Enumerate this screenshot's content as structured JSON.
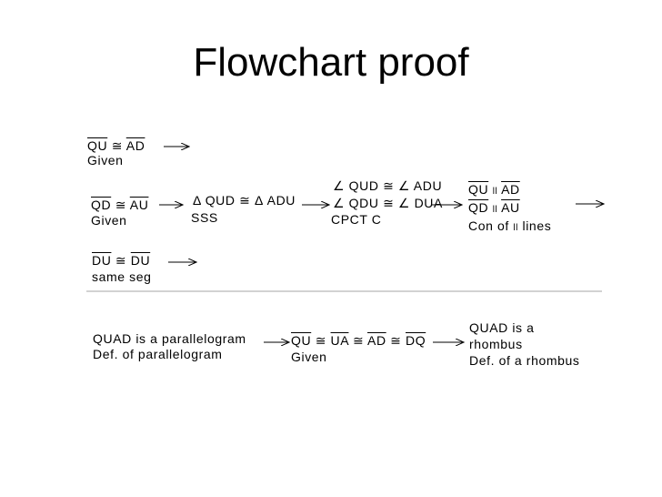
{
  "title": "Flowchart proof",
  "blocks": {
    "qu_ad": {
      "left": "QU",
      "right": "AD",
      "reason": "Given"
    },
    "qd_au": {
      "left": "QD",
      "right": "AU",
      "reason": "Given"
    },
    "du_du": {
      "left": "DU",
      "right": "DU",
      "reason": "same seg"
    },
    "triangles": {
      "left": "QUD",
      "right": "ADU",
      "reason": "SSS"
    },
    "cpctc": {
      "a1": "QUD",
      "a2": "ADU",
      "b1": "QDU",
      "b2": "DUA",
      "reason": "CPCT C"
    },
    "parallel": {
      "a1": "QU",
      "a2": "AD",
      "b1": "QD",
      "b2": "AU",
      "reason_pre": "Con of",
      "reason_post": "lines"
    },
    "parallelogram": {
      "line1": "QUAD is a parallelogram",
      "line2": "Def. of parallelogram"
    },
    "equal_sides": {
      "s1": "QU",
      "s2": "UA",
      "s3": "AD",
      "s4": "DQ",
      "reason": "Given"
    },
    "rhombus": {
      "line1": "QUAD is a",
      "line2": "rhombus",
      "line3": "Def. of a rhombus"
    }
  },
  "symbols": {
    "congruent": "≅",
    "triangle": "Δ",
    "angle": "∠",
    "parallel": "ll"
  }
}
